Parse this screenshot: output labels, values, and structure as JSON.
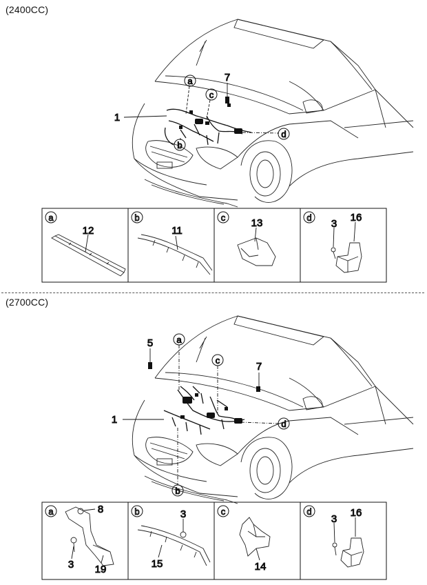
{
  "sections": [
    {
      "title": "(2400CC)",
      "callouts": [
        "a",
        "c",
        "7",
        "1",
        "b",
        "d"
      ],
      "panels": [
        {
          "letter": "a",
          "parts": [
            "12"
          ]
        },
        {
          "letter": "b",
          "parts": [
            "11"
          ]
        },
        {
          "letter": "c",
          "parts": [
            "13"
          ]
        },
        {
          "letter": "d",
          "parts": [
            "3",
            "16"
          ]
        }
      ]
    },
    {
      "title": "(2700CC)",
      "callouts": [
        "5",
        "a",
        "c",
        "7",
        "1",
        "d",
        "b"
      ],
      "panels": [
        {
          "letter": "a",
          "parts": [
            "8",
            "3",
            "19"
          ]
        },
        {
          "letter": "b",
          "parts": [
            "3",
            "15"
          ]
        },
        {
          "letter": "c",
          "parts": [
            "14"
          ]
        },
        {
          "letter": "d",
          "parts": [
            "3",
            "16"
          ]
        }
      ]
    }
  ]
}
